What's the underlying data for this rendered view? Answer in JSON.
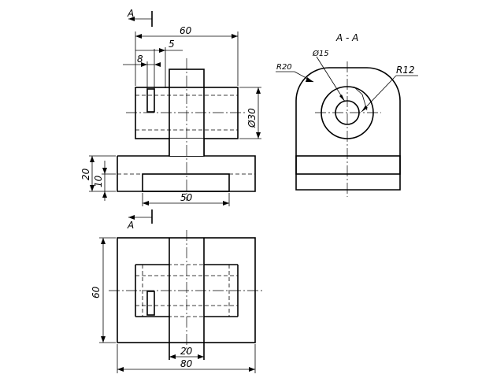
{
  "section_marker": "A",
  "section_title": "A - A",
  "dimensions": {
    "overall_width_front": "60",
    "offset_5": "5",
    "slot_8": "8",
    "diameter_30": "Ø30",
    "height_20": "20",
    "height_10": "10",
    "base_50": "50",
    "plan_depth_60": "60",
    "plan_width_20": "20",
    "plan_width_80": "80",
    "radius_20": "R20",
    "diameter_15": "Ø15",
    "radius_12": "R12"
  }
}
